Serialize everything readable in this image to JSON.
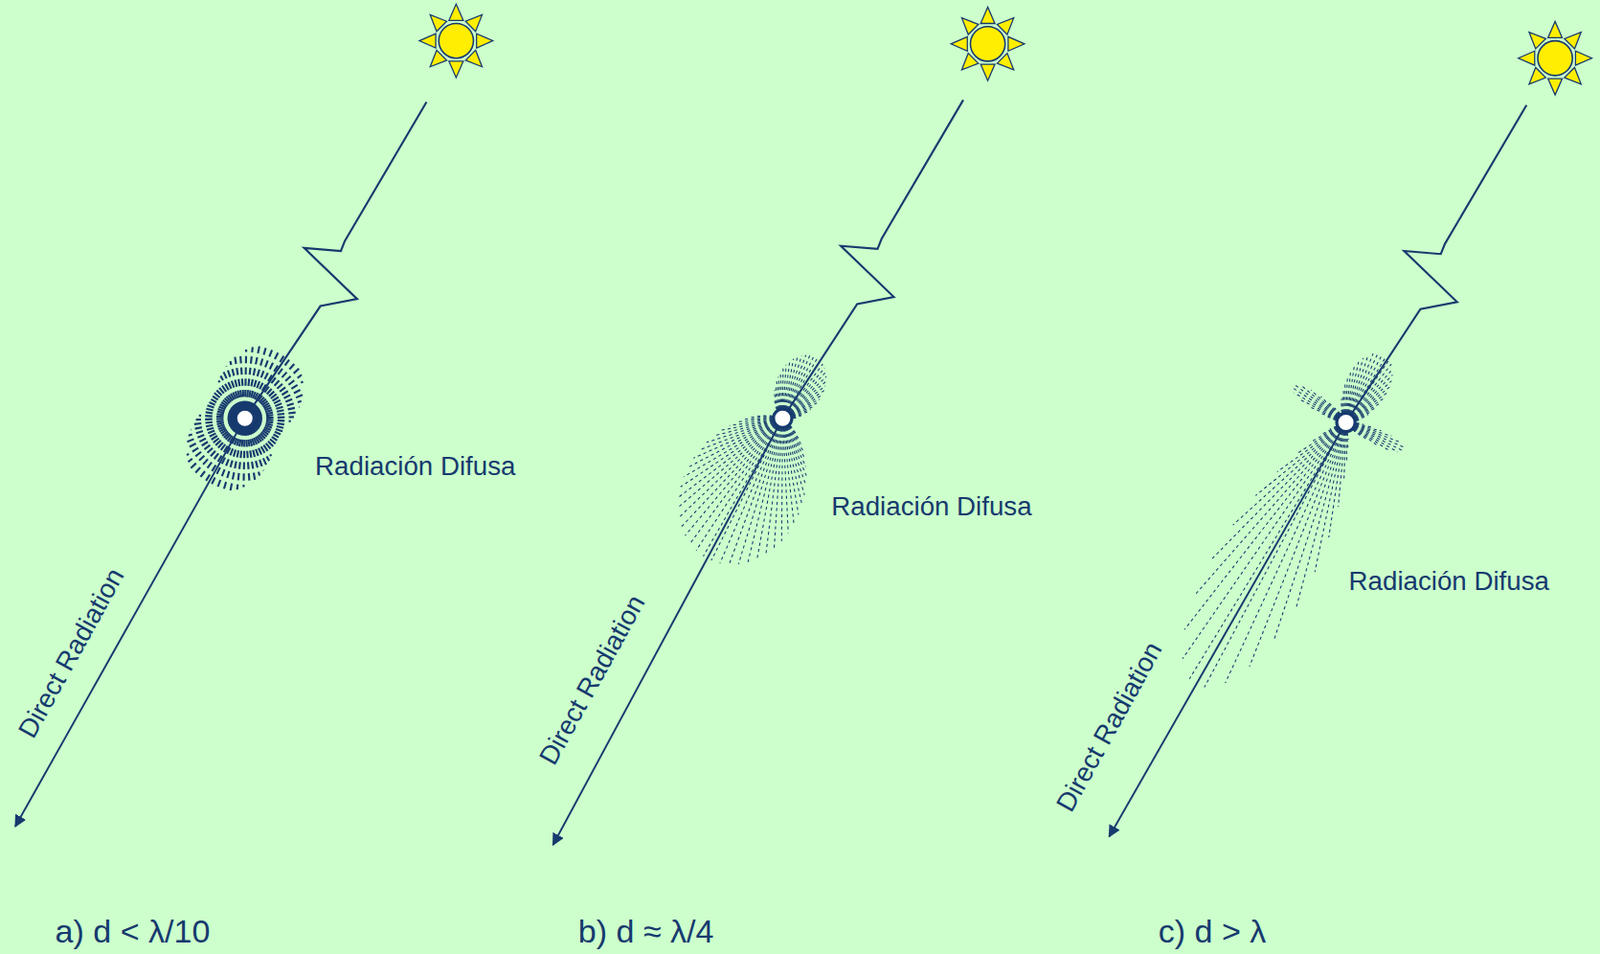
{
  "diagram": {
    "labels": [
      "Radiación Difusa",
      "Direct Radiation",
      "a) d < λ/10",
      "Radiación Difusa",
      "Direct Radiation",
      "b) d ≈ λ/4",
      "Radiación Difusa",
      "Direct Radiation",
      "c) d > λ"
    ]
  }
}
